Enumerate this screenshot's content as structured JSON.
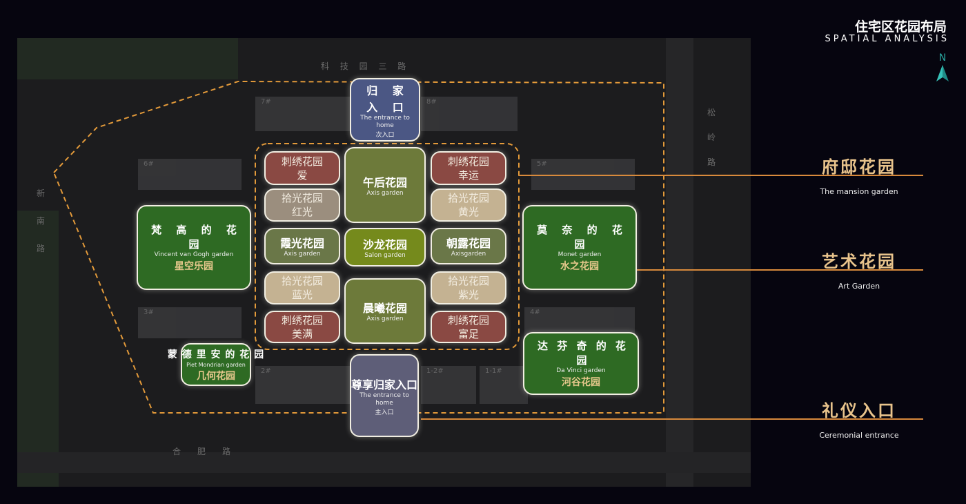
{
  "header": {
    "title": "住宅区花园布局",
    "subtitle": "SPATIAL ANALYSIS",
    "north": "N"
  },
  "map": {
    "roads": {
      "top": "科 技 园 三 路",
      "right": [
        "松",
        "岭",
        "路"
      ],
      "bottom": "合　　肥　　路",
      "left": [
        "新",
        "南",
        "路"
      ]
    },
    "buildings": [
      "7#",
      "8#",
      "6#",
      "5#",
      "3#",
      "4#",
      "2#",
      "1-2#",
      "1-1#"
    ]
  },
  "entrances": {
    "top": {
      "title": "归 家 入 口",
      "en": "The entrance to home",
      "cn": "次入口"
    },
    "bottom": {
      "title": "尊享归家入口",
      "en": "The entrance to home",
      "cn": "主入口"
    }
  },
  "gardens": {
    "left": [
      {
        "l1": "刺绣花园",
        "l2": "爱"
      },
      {
        "l1": "拾光花园",
        "l2": "红光"
      },
      {
        "l1": "霞光花园",
        "l2": "Axis garden"
      },
      {
        "l1": "拾光花园",
        "l2": "蓝光"
      },
      {
        "l1": "刺绣花园",
        "l2": "美满"
      }
    ],
    "center": [
      {
        "l1": "午后花园",
        "l2": "Axis garden"
      },
      {
        "l1": "沙龙花园",
        "l2": "Salon garden"
      },
      {
        "l1": "晨曦花园",
        "l2": "Axis garden"
      }
    ],
    "right": [
      {
        "l1": "刺绣花园",
        "l2": "幸运"
      },
      {
        "l1": "拾光花园",
        "l2": "黄光"
      },
      {
        "l1": "朝露花园",
        "l2": "Axisgarden"
      },
      {
        "l1": "拾光花园",
        "l2": "紫光"
      },
      {
        "l1": "刺绣花园",
        "l2": "富足"
      }
    ],
    "art": {
      "vangogh": {
        "title": "梵 高 的 花 园",
        "en": "Vincent van Gogh garden",
        "name": "星空乐园"
      },
      "monet": {
        "title": "莫 奈 的 花 园",
        "en": "Monet garden",
        "name": "水之花园"
      },
      "davinci": {
        "title": "达 芬 奇 的 花 园",
        "en": "Da Vinci garden",
        "name": "河谷花园"
      },
      "mondrian": {
        "title": "蒙 德 里 安 的 花 园",
        "en": "Piet Mondrian garden",
        "name": "几何花园"
      }
    }
  },
  "legend": [
    {
      "title": "府邸花园",
      "sub": "The mansion garden"
    },
    {
      "title": "艺术花园",
      "sub": "Art Garden"
    },
    {
      "title": "礼仪入口",
      "sub": "Ceremonial entrance"
    }
  ],
  "colors": {
    "accent": "#d88a3c",
    "gold": "#e9c48c",
    "background": "#06050f"
  }
}
